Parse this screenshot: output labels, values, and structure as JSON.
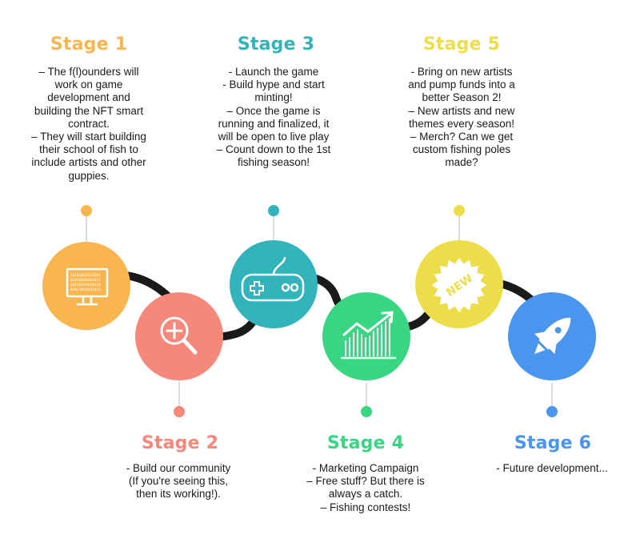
{
  "stages": [
    {
      "title": "Stage 1",
      "color": "#f9b64f",
      "icon": "computer-monitor-icon",
      "description": "– The f(l)ounders will\nwork on game\ndevelopment and\nbuilding the NFT smart\ncontract.\n– They will start building\ntheir school of fish to\ninclude artists and other\nguppies."
    },
    {
      "title": "Stage 2",
      "color": "#f6877b",
      "icon": "magnifier-plus-icon",
      "description": "- Build our community\n(If you're seeing this,\nthen its working!)."
    },
    {
      "title": "Stage 3",
      "color": "#33b3bb",
      "icon": "game-controller-icon",
      "description": "- Launch the game\n- Build hype and start\nminting!\n– Once the game is\nrunning and finalized, it\nwill be open to live play\n– Count down to the 1st\nfishing season!"
    },
    {
      "title": "Stage 4",
      "color": "#38d683",
      "icon": "growth-chart-icon",
      "description": "- Marketing Campaign\n– Free stuff? But there is\nalways a catch.\n– Fishing contests!"
    },
    {
      "title": "Stage 5",
      "color": "#eedd4b",
      "icon": "new-badge-icon",
      "badge_text": "NEW",
      "description": "- Bring on new artists\nand pump funds into a\nbetter Season 2!\n– New artists and new\nthemes every season!\n– Merch? Can we get\ncustom fishing poles\nmade?"
    },
    {
      "title": "Stage 6",
      "color": "#4a95ee",
      "icon": "rocket-icon",
      "description": "- Future development..."
    }
  ]
}
